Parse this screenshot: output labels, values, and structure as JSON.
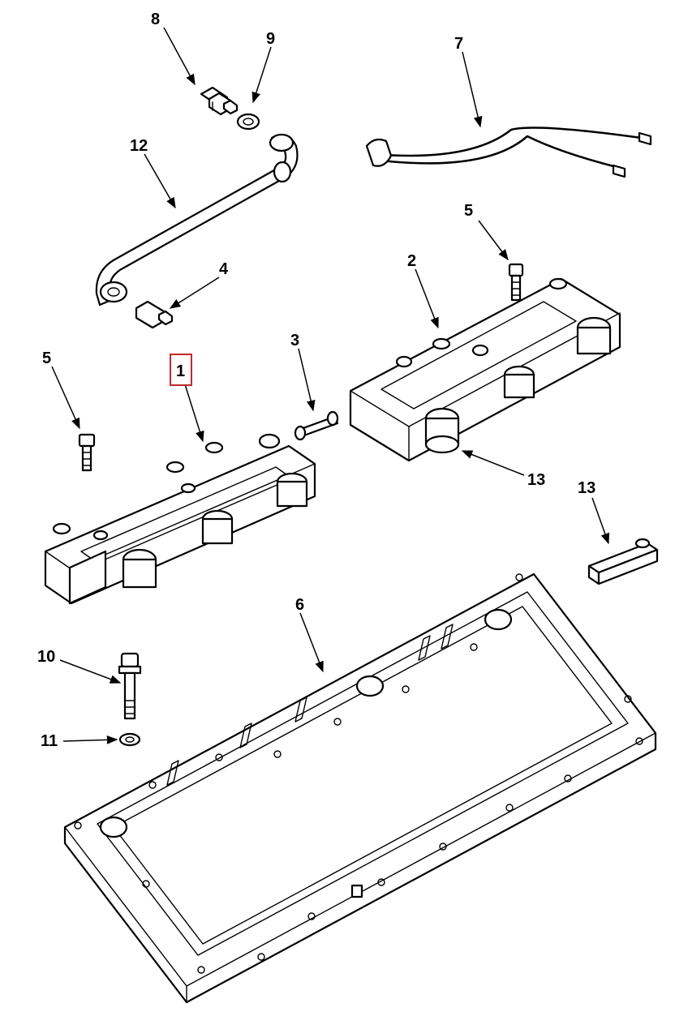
{
  "callouts": [
    {
      "id": "c8",
      "text": "8"
    },
    {
      "id": "c9",
      "text": "9"
    },
    {
      "id": "c7",
      "text": "7"
    },
    {
      "id": "c12",
      "text": "12"
    },
    {
      "id": "c5a",
      "text": "5"
    },
    {
      "id": "c4",
      "text": "4"
    },
    {
      "id": "c2",
      "text": "2"
    },
    {
      "id": "c3",
      "text": "3"
    },
    {
      "id": "c5b",
      "text": "5"
    },
    {
      "id": "c1",
      "text": "1"
    },
    {
      "id": "c13a",
      "text": "13"
    },
    {
      "id": "c13b",
      "text": "13"
    },
    {
      "id": "c6",
      "text": "6"
    },
    {
      "id": "c10",
      "text": "10"
    },
    {
      "id": "c11",
      "text": "11"
    }
  ],
  "highlight_color": "#c0282d"
}
